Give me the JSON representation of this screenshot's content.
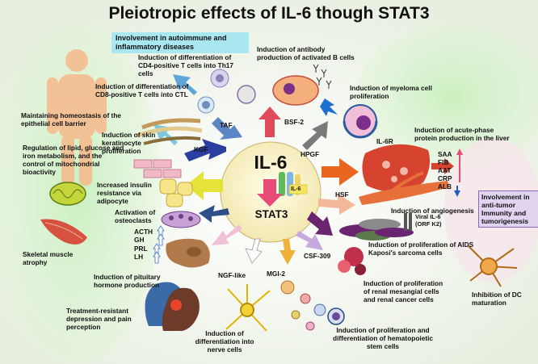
{
  "title": "Pleiotropic effects of IL-6 though STAT3",
  "center": {
    "ligand": "IL-6",
    "mini_label": "IL-6",
    "transducer": "STAT3"
  },
  "boxes": {
    "autoimmune": "Involvement in autoimmune and inflammatory diseases",
    "antitumor": "Involvement in anti-tumor Immunity and tumorigenesis"
  },
  "factors": {
    "taf": "TAF",
    "bsf2": "BSF-2",
    "kgf": "KGF",
    "hpgf": "HPGF",
    "hsf": "HSF",
    "ngf_like": "NGF-like",
    "mgi2": "MGI-2",
    "csf309": "CSF-309",
    "il6r": "IL-6R"
  },
  "acute_phase_proteins": [
    "SAA",
    "FIB",
    "AAT",
    "CRP",
    "ALB"
  ],
  "pituitary_hormones": [
    "ACTH",
    "GH",
    "PRL",
    "LH"
  ],
  "viral": "Viral IL-6 (ORF K2)",
  "effects": {
    "th17": "Induction of differentiation of CD4-positive T cells into Th17 cells",
    "antibody": "Induction of antibody production of activated B cells",
    "ctl": "Induction of differentiation of CD8-positive T cells into CTL",
    "myeloma": "Induction of myeloma cell proliferation",
    "acute_phase": "Induction of acute-phase protein production in the liver",
    "epithelial": "Maintaining homeostasis of the epithelial cell barrier",
    "keratinocyte": "Induction of skin keratinocyte proliferation",
    "metabolism": "Regulation of lipid, glucose and iron metabolism, and the control of mitochondrial bioactivity",
    "insulin": "Increased insulin resistance via adipocyte",
    "angiogenesis": "Induction of angiogenesis",
    "osteoclasts": "Activation of osteoclasts",
    "muscle": "Skeletal muscle atrophy",
    "kaposi": "Induction of proliferation of AIDS Kaposi's sarcoma cells",
    "dc": "Inhibition of DC maturation",
    "pituitary": "Induction of pituitary hormone production",
    "mesangial": "Induction of proliferation of renal mesangial cells and renal cancer cells",
    "depression": "Treatment-resistant depression and pain perception",
    "nerve": "Induction of differentiation into nerve cells",
    "hematopoietic": "Induction of proliferation and differentiation of hematopoietic stem cells"
  }
}
